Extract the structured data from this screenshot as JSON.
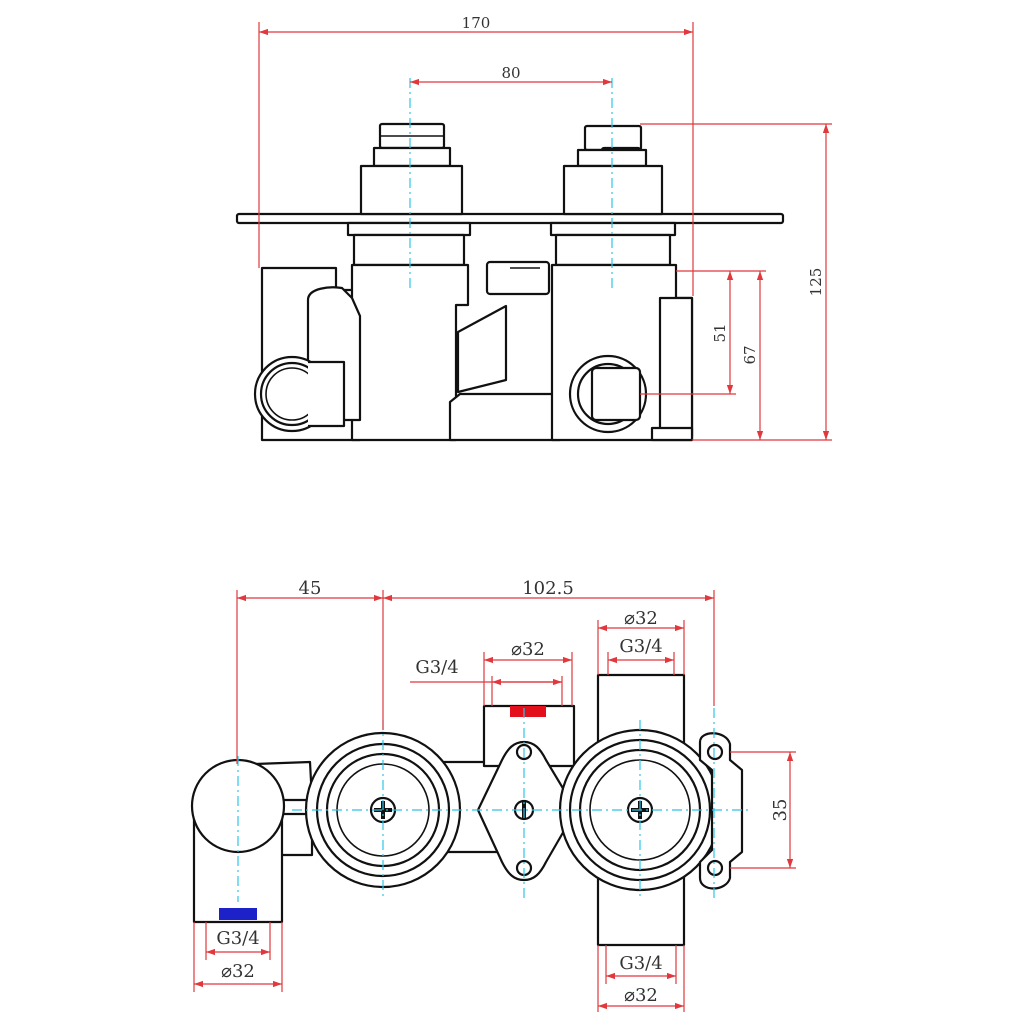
{
  "front_view": {
    "dimensions": {
      "overall_width": "170",
      "spindle_spacing": "80",
      "overall_height": "125",
      "outlet_height_51": "51",
      "outlet_height_67": "67"
    }
  },
  "plan_view": {
    "dimensions": {
      "left_offset": "45",
      "right_offset": "102.5",
      "top_right_diameter": "⌀32",
      "top_right_thread": "G3/4",
      "top_mid_diameter": "⌀32",
      "top_mid_thread": "G3/4",
      "mount_spacing": "35",
      "bottom_left_thread": "G3/4",
      "bottom_left_diameter": "⌀32",
      "bottom_right_thread": "G3/4",
      "bottom_right_diameter": "⌀32"
    },
    "port_markers": {
      "hot_color": "#e3101c",
      "cold_color": "#1d22c8"
    }
  },
  "colors": {
    "dimension_lines": "#e0383c",
    "center_lines": "#2ec4e8",
    "outline": "#111111"
  }
}
